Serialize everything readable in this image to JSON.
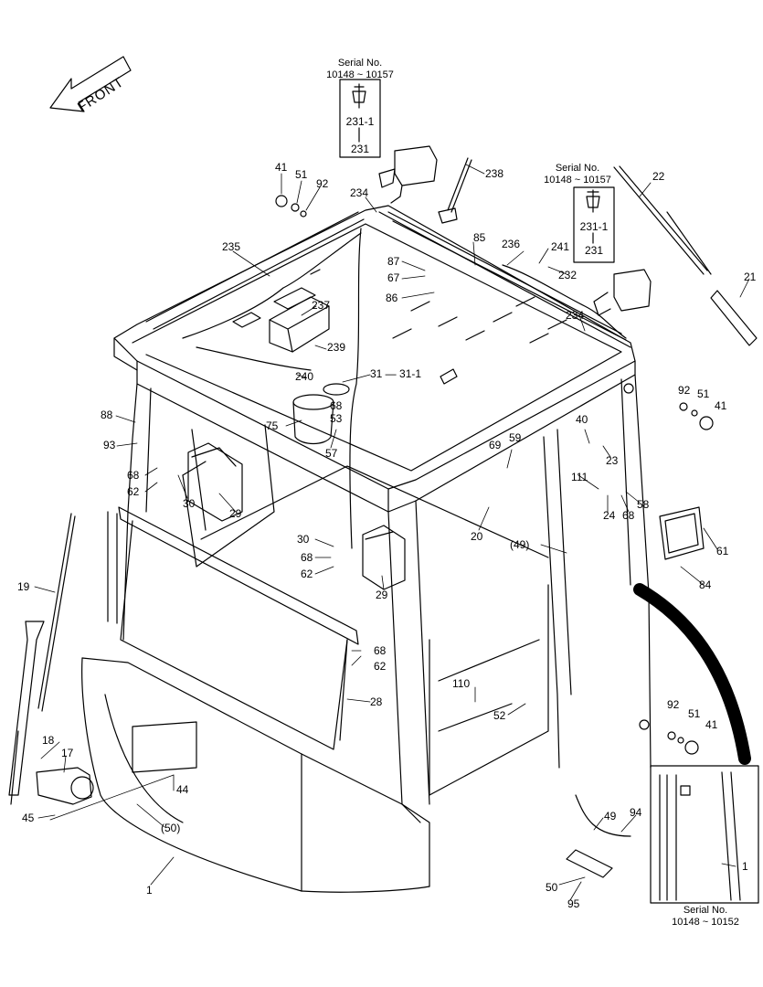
{
  "front_arrow": {
    "label": "FRONT"
  },
  "serial_notes": {
    "top_left": {
      "title": "Serial No.",
      "range": "10148 ~ 10157"
    },
    "top_right": {
      "title": "Serial No.",
      "range": "10148 ~ 10157"
    },
    "bottom_right": {
      "title": "Serial No.",
      "range": "10148 ~ 10152"
    }
  },
  "inset_boxes": {
    "left_box": {
      "labels": [
        "231-1",
        "231"
      ]
    },
    "right_box": {
      "labels": [
        "231-1",
        "231"
      ]
    },
    "bottom_inset": {
      "labels": [
        "1"
      ]
    }
  },
  "callouts": [
    {
      "id": "c41a",
      "text": "41"
    },
    {
      "id": "c51a",
      "text": "51"
    },
    {
      "id": "c92a",
      "text": "92"
    },
    {
      "id": "c234a",
      "text": "234"
    },
    {
      "id": "c238",
      "text": "238"
    },
    {
      "id": "c22",
      "text": "22"
    },
    {
      "id": "c235",
      "text": "235"
    },
    {
      "id": "c85",
      "text": "85"
    },
    {
      "id": "c236",
      "text": "236"
    },
    {
      "id": "c241",
      "text": "241"
    },
    {
      "id": "c87",
      "text": "87"
    },
    {
      "id": "c67",
      "text": "67"
    },
    {
      "id": "c232",
      "text": "232"
    },
    {
      "id": "c86",
      "text": "86"
    },
    {
      "id": "c21",
      "text": "21"
    },
    {
      "id": "c237",
      "text": "237"
    },
    {
      "id": "c234b",
      "text": "234"
    },
    {
      "id": "c239",
      "text": "239"
    },
    {
      "id": "c240",
      "text": "240"
    },
    {
      "id": "c31",
      "text": "31 — 31-1"
    },
    {
      "id": "c92b",
      "text": "92"
    },
    {
      "id": "c51b",
      "text": "51"
    },
    {
      "id": "c41b",
      "text": "41"
    },
    {
      "id": "c68a",
      "text": "68"
    },
    {
      "id": "c88",
      "text": "88"
    },
    {
      "id": "c75",
      "text": "75"
    },
    {
      "id": "c53",
      "text": "53"
    },
    {
      "id": "c40",
      "text": "40"
    },
    {
      "id": "c59",
      "text": "59"
    },
    {
      "id": "c93",
      "text": "93"
    },
    {
      "id": "c57",
      "text": "57"
    },
    {
      "id": "c69",
      "text": "69"
    },
    {
      "id": "c23",
      "text": "23"
    },
    {
      "id": "c68b",
      "text": "68"
    },
    {
      "id": "c111",
      "text": "111"
    },
    {
      "id": "c62a",
      "text": "62"
    },
    {
      "id": "c30a",
      "text": "30"
    },
    {
      "id": "c58",
      "text": "58"
    },
    {
      "id": "c29a",
      "text": "29"
    },
    {
      "id": "c24",
      "text": "24"
    },
    {
      "id": "c68c",
      "text": "68"
    },
    {
      "id": "c20",
      "text": "20"
    },
    {
      "id": "c30b",
      "text": "30"
    },
    {
      "id": "c49a",
      "text": "(49)"
    },
    {
      "id": "c61",
      "text": "61"
    },
    {
      "id": "c68d",
      "text": "68"
    },
    {
      "id": "c62b",
      "text": "62"
    },
    {
      "id": "c84",
      "text": "84"
    },
    {
      "id": "c29b",
      "text": "29"
    },
    {
      "id": "c19",
      "text": "19"
    },
    {
      "id": "c68e",
      "text": "68"
    },
    {
      "id": "c62c",
      "text": "62"
    },
    {
      "id": "c110",
      "text": "110"
    },
    {
      "id": "c92c",
      "text": "92"
    },
    {
      "id": "c51c",
      "text": "51"
    },
    {
      "id": "c41c",
      "text": "41"
    },
    {
      "id": "c28",
      "text": "28"
    },
    {
      "id": "c52",
      "text": "52"
    },
    {
      "id": "c18",
      "text": "18"
    },
    {
      "id": "c17",
      "text": "17"
    },
    {
      "id": "c44",
      "text": "44"
    },
    {
      "id": "c45",
      "text": "45"
    },
    {
      "id": "c50a",
      "text": "(50)"
    },
    {
      "id": "c49b",
      "text": "49"
    },
    {
      "id": "c94",
      "text": "94"
    },
    {
      "id": "c1",
      "text": "1"
    },
    {
      "id": "c50b",
      "text": "50"
    },
    {
      "id": "c95",
      "text": "95"
    }
  ]
}
